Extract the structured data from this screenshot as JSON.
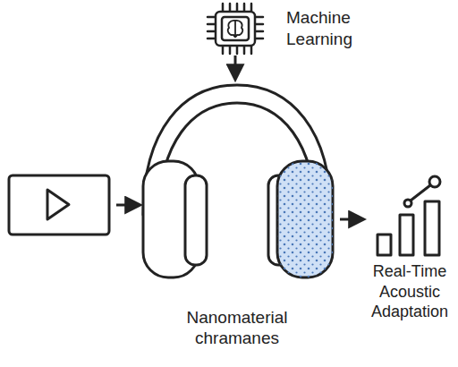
{
  "diagram": {
    "nodes": [
      {
        "text": [
          "Machine Learning"
        ]
      },
      {
        "text": [
          "Nanomaterial chramanes"
        ]
      },
      {
        "text": [
          "Real-Time Acoustic Adaptation"
        ]
      }
    ],
    "edges": [
      {
        "from": 0,
        "to": 1,
        "arrow": "to"
      },
      {
        "from": 1,
        "to": 2,
        "arrow": "to"
      }
    ]
  }
}
